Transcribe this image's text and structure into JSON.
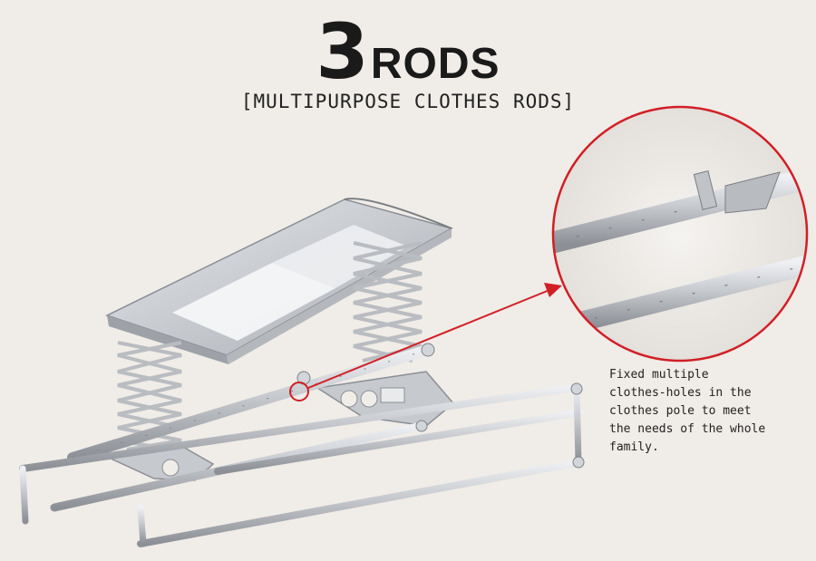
{
  "header": {
    "number": "3",
    "word": "RODS",
    "subtitle": "[MULTIPURPOSE CLOTHES RODS]"
  },
  "callout": {
    "lines": [
      "Fixed multiple",
      "clothes-holes in the",
      "clothes pole to meet",
      "the needs of the whole",
      "family."
    ]
  },
  "colors": {
    "background": "#f0ece7",
    "accent": "#d11f26",
    "metal": "#c3c6cb"
  }
}
